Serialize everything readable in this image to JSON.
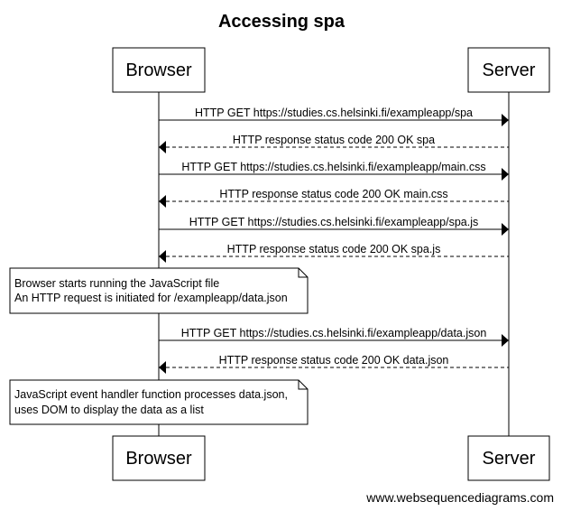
{
  "diagram": {
    "title": "Accessing spa",
    "participants": [
      "Browser",
      "Server"
    ],
    "messages": [
      {
        "text": "HTTP GET https://studies.cs.helsinki.fi/exampleapp/spa",
        "from": "Browser",
        "to": "Server",
        "style": "solid"
      },
      {
        "text": "HTTP response status code 200 OK spa",
        "from": "Server",
        "to": "Browser",
        "style": "dashed"
      },
      {
        "text": "HTTP GET https://studies.cs.helsinki.fi/exampleapp/main.css",
        "from": "Browser",
        "to": "Server",
        "style": "solid"
      },
      {
        "text": "HTTP response status code 200 OK main.css",
        "from": "Server",
        "to": "Browser",
        "style": "dashed"
      },
      {
        "text": "HTTP GET https://studies.cs.helsinki.fi/exampleapp/spa.js",
        "from": "Browser",
        "to": "Server",
        "style": "solid"
      },
      {
        "text": "HTTP response status code 200 OK spa.js",
        "from": "Server",
        "to": "Browser",
        "style": "dashed"
      },
      {
        "text": "HTTP GET https://studies.cs.helsinki.fi/exampleapp/data.json",
        "from": "Browser",
        "to": "Server",
        "style": "solid"
      },
      {
        "text": "HTTP response status code 200 OK data.json",
        "from": "Server",
        "to": "Browser",
        "style": "dashed"
      }
    ],
    "notes": [
      {
        "lines": [
          "Browser starts running the JavaScript file",
          "An HTTP request is initiated for /exampleapp/data.json"
        ]
      },
      {
        "lines": [
          "JavaScript event handler function processes data.json,",
          "uses DOM to display the data as a list"
        ]
      }
    ],
    "footer": "www.websequencediagrams.com"
  }
}
